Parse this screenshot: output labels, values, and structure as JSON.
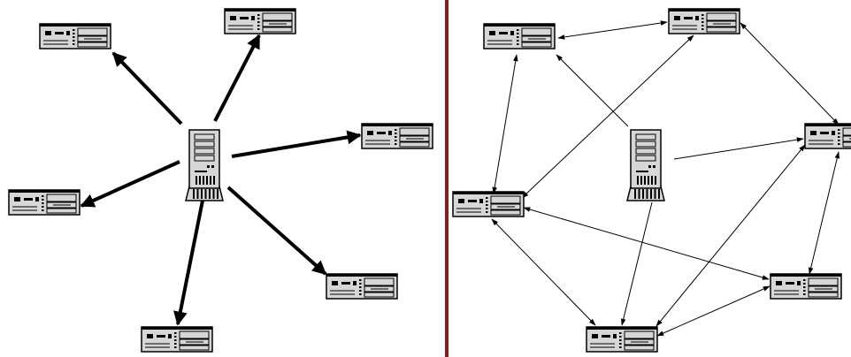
{
  "diagram": {
    "panels": [
      {
        "name": "client-server-panel",
        "server": "server",
        "desktops": [
          "pc-top-left",
          "pc-top-center",
          "pc-right",
          "pc-left",
          "pc-lower-right",
          "pc-bottom"
        ],
        "links": [
          [
            "server",
            "pc-top-left"
          ],
          [
            "server",
            "pc-top-center"
          ],
          [
            "server",
            "pc-right"
          ],
          [
            "server",
            "pc-left"
          ],
          [
            "server",
            "pc-lower-right"
          ],
          [
            "server",
            "pc-bottom"
          ]
        ]
      },
      {
        "name": "peer-to-peer-panel",
        "server": "server",
        "desktops": [
          "pc-top-left",
          "pc-top-center",
          "pc-right",
          "pc-left",
          "pc-lower-right",
          "pc-bottom"
        ],
        "server_links": [
          [
            "server",
            "pc-top-left"
          ],
          [
            "server",
            "pc-right"
          ],
          [
            "server",
            "pc-bottom"
          ]
        ],
        "peer_links": [
          [
            "pc-top-left",
            "pc-top-center"
          ],
          [
            "pc-top-left",
            "pc-left"
          ],
          [
            "pc-top-center",
            "pc-left"
          ],
          [
            "pc-top-center",
            "pc-right"
          ],
          [
            "pc-left",
            "pc-lower-right"
          ],
          [
            "pc-left",
            "pc-bottom"
          ],
          [
            "pc-right",
            "pc-lower-right"
          ],
          [
            "pc-right",
            "pc-bottom"
          ],
          [
            "pc-lower-right",
            "pc-bottom"
          ]
        ]
      }
    ],
    "divider_color": "#8b1a1a",
    "device_fill": "#d6d6d6",
    "line_color": "#000000"
  }
}
